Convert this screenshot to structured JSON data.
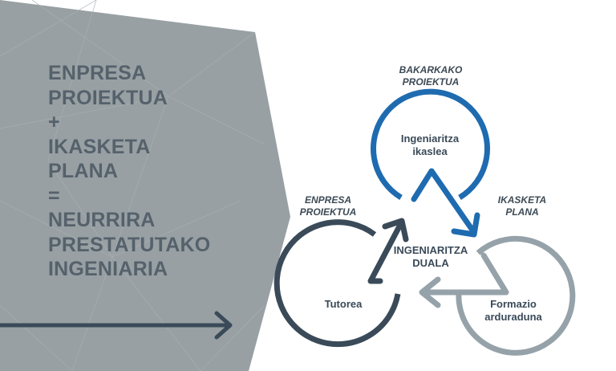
{
  "headline": [
    "ENPRESA",
    "PROIEKTUA",
    "+",
    "IKASKETA",
    "PLANA",
    "=",
    "NEURRIRA",
    "PRESTATUTAKO",
    "INGENIARIA"
  ],
  "diagram": {
    "top_label": [
      "BAKARKAKO",
      "PROIEKTUA"
    ],
    "left_label": [
      "ENPRESA",
      "PROIEKTUA"
    ],
    "right_label": [
      "IKASKETA",
      "PLANA"
    ],
    "center_label": [
      "INGENIARITZA",
      "DUALA"
    ],
    "top_circle": [
      "Ingeniaritza",
      "ikaslea"
    ],
    "left_circle": [
      "Tutorea"
    ],
    "right_circle": [
      "Formazio",
      "arduraduna"
    ]
  },
  "colors": {
    "panel": "#98a0a4",
    "panel_text": "#55616b",
    "blue": "#1f6bb0",
    "dark": "#3a4a58",
    "gray": "#96a2a9"
  }
}
